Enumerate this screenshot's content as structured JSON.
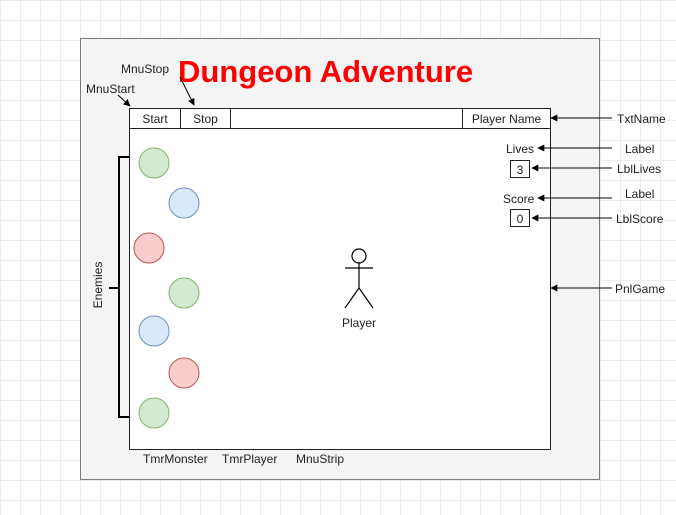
{
  "title": "Dungeon Adventure",
  "menu": {
    "start": "Start",
    "stop": "Stop",
    "player_name": "Player Name"
  },
  "lives": {
    "label": "Lives",
    "value": "3"
  },
  "score": {
    "label": "Score",
    "value": "0"
  },
  "player": {
    "label": "Player"
  },
  "enemies_label": "Enemies",
  "components": {
    "monster_timer": "TmrMonster",
    "player_timer": "TmrPlayer",
    "menu_strip": "MnuStrip"
  },
  "annotations": {
    "mnu_stop": "MnuStop",
    "mnu_start": "MnuStart",
    "txt_name": "TxtName",
    "label_lives": "Label",
    "lbl_lives": "LblLives",
    "label_score": "Label",
    "lbl_score": "LblScore",
    "pnl_game": "PnlGame"
  },
  "colors": {
    "title": "#ff0000",
    "enemy_green_fill": "#d5e8d4",
    "enemy_green_stroke": "#82b366",
    "enemy_blue_fill": "#dae8fc",
    "enemy_blue_stroke": "#6c8ebf",
    "enemy_red_fill": "#f8cecc",
    "enemy_red_stroke": "#b85450"
  },
  "enemies": [
    {
      "color": "green"
    },
    {
      "color": "blue"
    },
    {
      "color": "red"
    },
    {
      "color": "green"
    },
    {
      "color": "blue"
    },
    {
      "color": "red"
    },
    {
      "color": "green"
    }
  ]
}
